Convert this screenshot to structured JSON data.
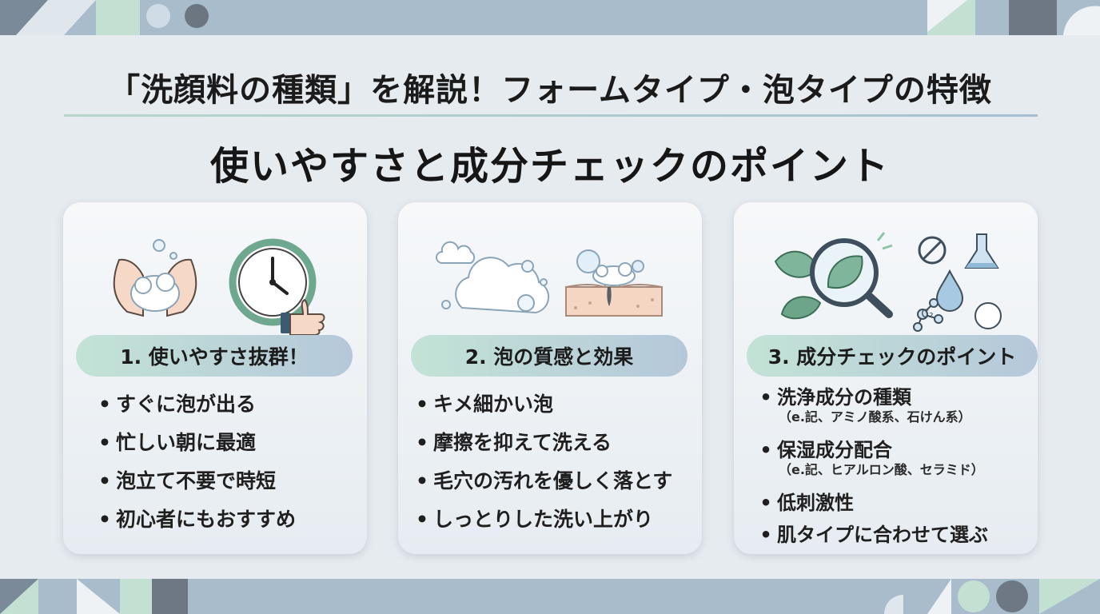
{
  "header": {
    "title": "「洗顔料の種類」を解説！フォームタイプ・泡タイプの特徴",
    "subtitle": "使いやすさと成分チェックのポイント"
  },
  "cards": [
    {
      "heading": "1. 使いやすさ抜群！",
      "icons": [
        "foam-hands-icon",
        "clock-icon",
        "thumbs-up-icon"
      ],
      "items": [
        {
          "text": "すぐに泡が出る"
        },
        {
          "text": "忙しい朝に最適"
        },
        {
          "text": "泡立て不要で時短"
        },
        {
          "text": "初心者にもおすすめ"
        }
      ]
    },
    {
      "heading": "2. 泡の質感と効果",
      "icons": [
        "foam-cloud-icon",
        "skin-pore-icon",
        "bubbles-icon"
      ],
      "items": [
        {
          "text": "キメ細かい泡"
        },
        {
          "text": "摩擦を抑えて洗える"
        },
        {
          "text": "毛穴の汚れを優しく落とす"
        },
        {
          "text": "しっとりした洗い上がり"
        }
      ]
    },
    {
      "heading": "3. 成分チェックのポイント",
      "icons": [
        "leaf-icon",
        "magnifier-icon",
        "no-symbol-icon",
        "flask-icon",
        "droplet-icon",
        "molecule-icon"
      ],
      "items": [
        {
          "text": "洗浄成分の種類",
          "note": "（e.記、アミノ酸系、石けん系）"
        },
        {
          "text": "保湿成分配合",
          "note": "（e.記、ヒアルロン酸、セラミド）"
        },
        {
          "text": "低刺激性"
        },
        {
          "text": "肌タイプに合わせて選ぶ"
        }
      ]
    }
  ],
  "molecule_label": "C₂",
  "colors": {
    "band": "#a9bccb",
    "mint": "#c3e3d6",
    "steel": "#b5c8da",
    "card": "#f1f4f7"
  }
}
